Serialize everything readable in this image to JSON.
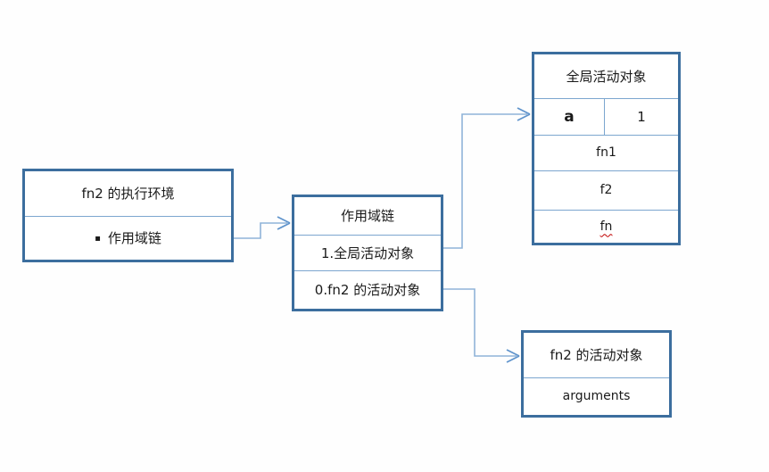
{
  "boxes": {
    "execution_context": {
      "title": "fn2 的执行环境",
      "bullet": "▪",
      "item": "作用域链"
    },
    "scope_chain": {
      "title": "作用域链",
      "rows": [
        "1.全局活动对象",
        "0.fn2 的活动对象"
      ]
    },
    "global_activation": {
      "title": "全局活动对象",
      "variable": {
        "name": "a",
        "value": "1"
      },
      "rows": [
        "fn1",
        "f2",
        "fn"
      ]
    },
    "fn2_activation": {
      "title": "fn2 的活动对象",
      "rows": [
        "arguments"
      ]
    }
  },
  "colors": {
    "box_border": "#3c6e9e",
    "divider": "#7ca6cf",
    "connector_line": "#8fb3d8",
    "connector_arrow": "#6094cc",
    "misspell_underline": "#c00000",
    "text": "#1a1a1a",
    "background": "#fefefe"
  }
}
